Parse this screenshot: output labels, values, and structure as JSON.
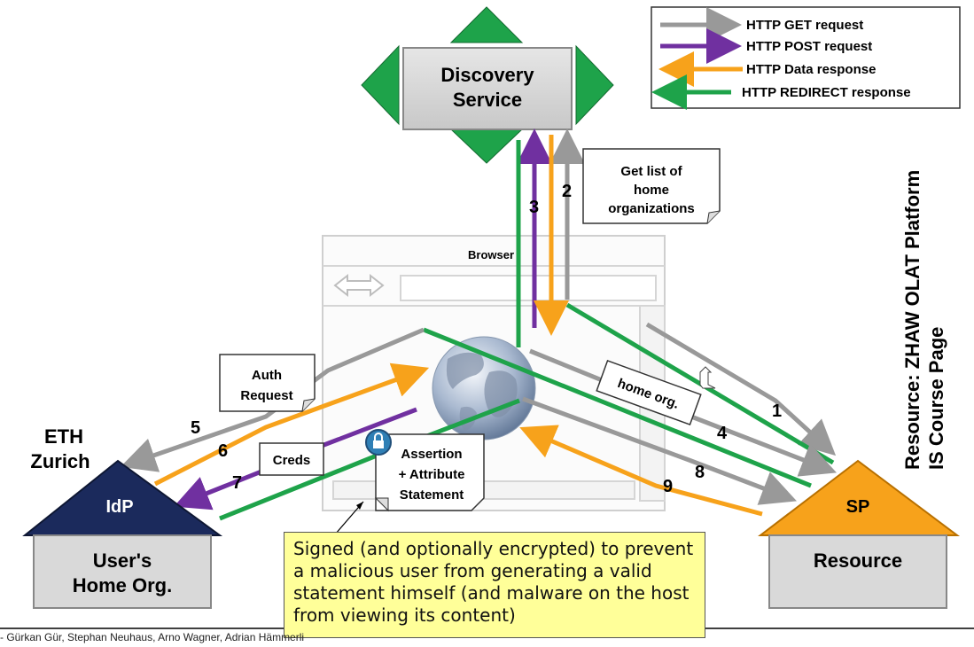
{
  "legend": {
    "get": "HTTP GET request",
    "post": "HTTP POST request",
    "data": "HTTP Data response",
    "redirect": "HTTP REDIRECT response"
  },
  "colors": {
    "get": "#999999",
    "post": "#7030a0",
    "data": "#f7a21b",
    "redirect": "#1ea34a",
    "idp_roof": "#1b2a5c",
    "sp_roof": "#f7a21b",
    "house_body": "#d9d9d9",
    "callout_bg": "#ffff99"
  },
  "discovery": {
    "line1": "Discovery",
    "line2": "Service"
  },
  "browser": {
    "title": "Browser"
  },
  "idp": {
    "roof": "IdP",
    "line1": "User's",
    "line2": "Home Org."
  },
  "sp": {
    "roof": "SP",
    "line1": "Resource"
  },
  "eth": {
    "line1": "ETH",
    "line2": "Zurich"
  },
  "resource_label": {
    "line1": "Resource: ZHAW OLAT Platform",
    "line2": "IS Course Page"
  },
  "notes": {
    "get_list": [
      "Get list of",
      "home",
      "organizations"
    ],
    "auth_request": [
      "Auth",
      "Request"
    ],
    "creds": "Creds",
    "assertion": [
      "Assertion",
      "+ Attribute",
      "Statement"
    ],
    "home_org": "home org."
  },
  "steps": {
    "s1": "1",
    "s2": "2",
    "s3": "3",
    "s4": "4",
    "s5": "5",
    "s6": "6",
    "s7": "7",
    "s8": "8",
    "s9": "9"
  },
  "callout": "Signed (and optionally encrypted) to prevent a malicious user from generating a valid statement himself (and malware on the host from viewing its content)",
  "footer": "- Gürkan Gür, Stephan Neuhaus, Arno Wagner, Adrian Hämmerli"
}
